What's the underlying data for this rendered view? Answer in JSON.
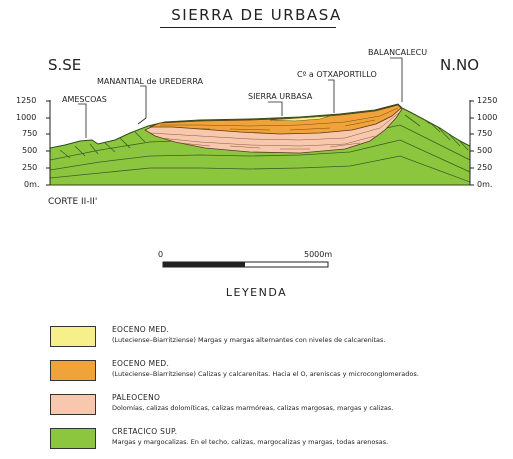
{
  "title": "SIERRA DE URBASA",
  "orientation": {
    "left": "S.SE",
    "right": "N.NO"
  },
  "section_label": "CORTE II-II'",
  "place_labels": {
    "amescoas": "AMESCOAS",
    "manantial": "MANANTIAL de UREDERRA",
    "sierra": "SIERRA URBASA",
    "otxaportillo": "Cº a OTXAPORTILLO",
    "balancalecu": "BALANCALECU"
  },
  "elevation_ticks": [
    "1250",
    "1000",
    "750",
    "500",
    "250",
    "0m."
  ],
  "scale": {
    "start": "0",
    "end": "5000m"
  },
  "legend_title": "LEYENDA",
  "legend": [
    {
      "name": "EOCENO MED.",
      "description": "(Luteciense–Biarritziense) Margas y margas alternantes con niveles de calcarenitas.",
      "color": "#f7f08a"
    },
    {
      "name": "EOCENO MED.",
      "description": "(Luteciense–Biarritziense) Calizas y calcarenitas. Hacia el O, areniscas y microconglomerados.",
      "color": "#f0a33a"
    },
    {
      "name": "PALEOCENO",
      "description": "Dolomías, calizas dolomíticas, calizas marmóreas, calizas margosas, margas y calizas.",
      "color": "#f7c8ae"
    },
    {
      "name": "CRETACICO SUP.",
      "description": "Margas y margocalizas. En el techo, calizas, margocalizas y margas, todas arenosas.",
      "color": "#8cc63e"
    }
  ]
}
